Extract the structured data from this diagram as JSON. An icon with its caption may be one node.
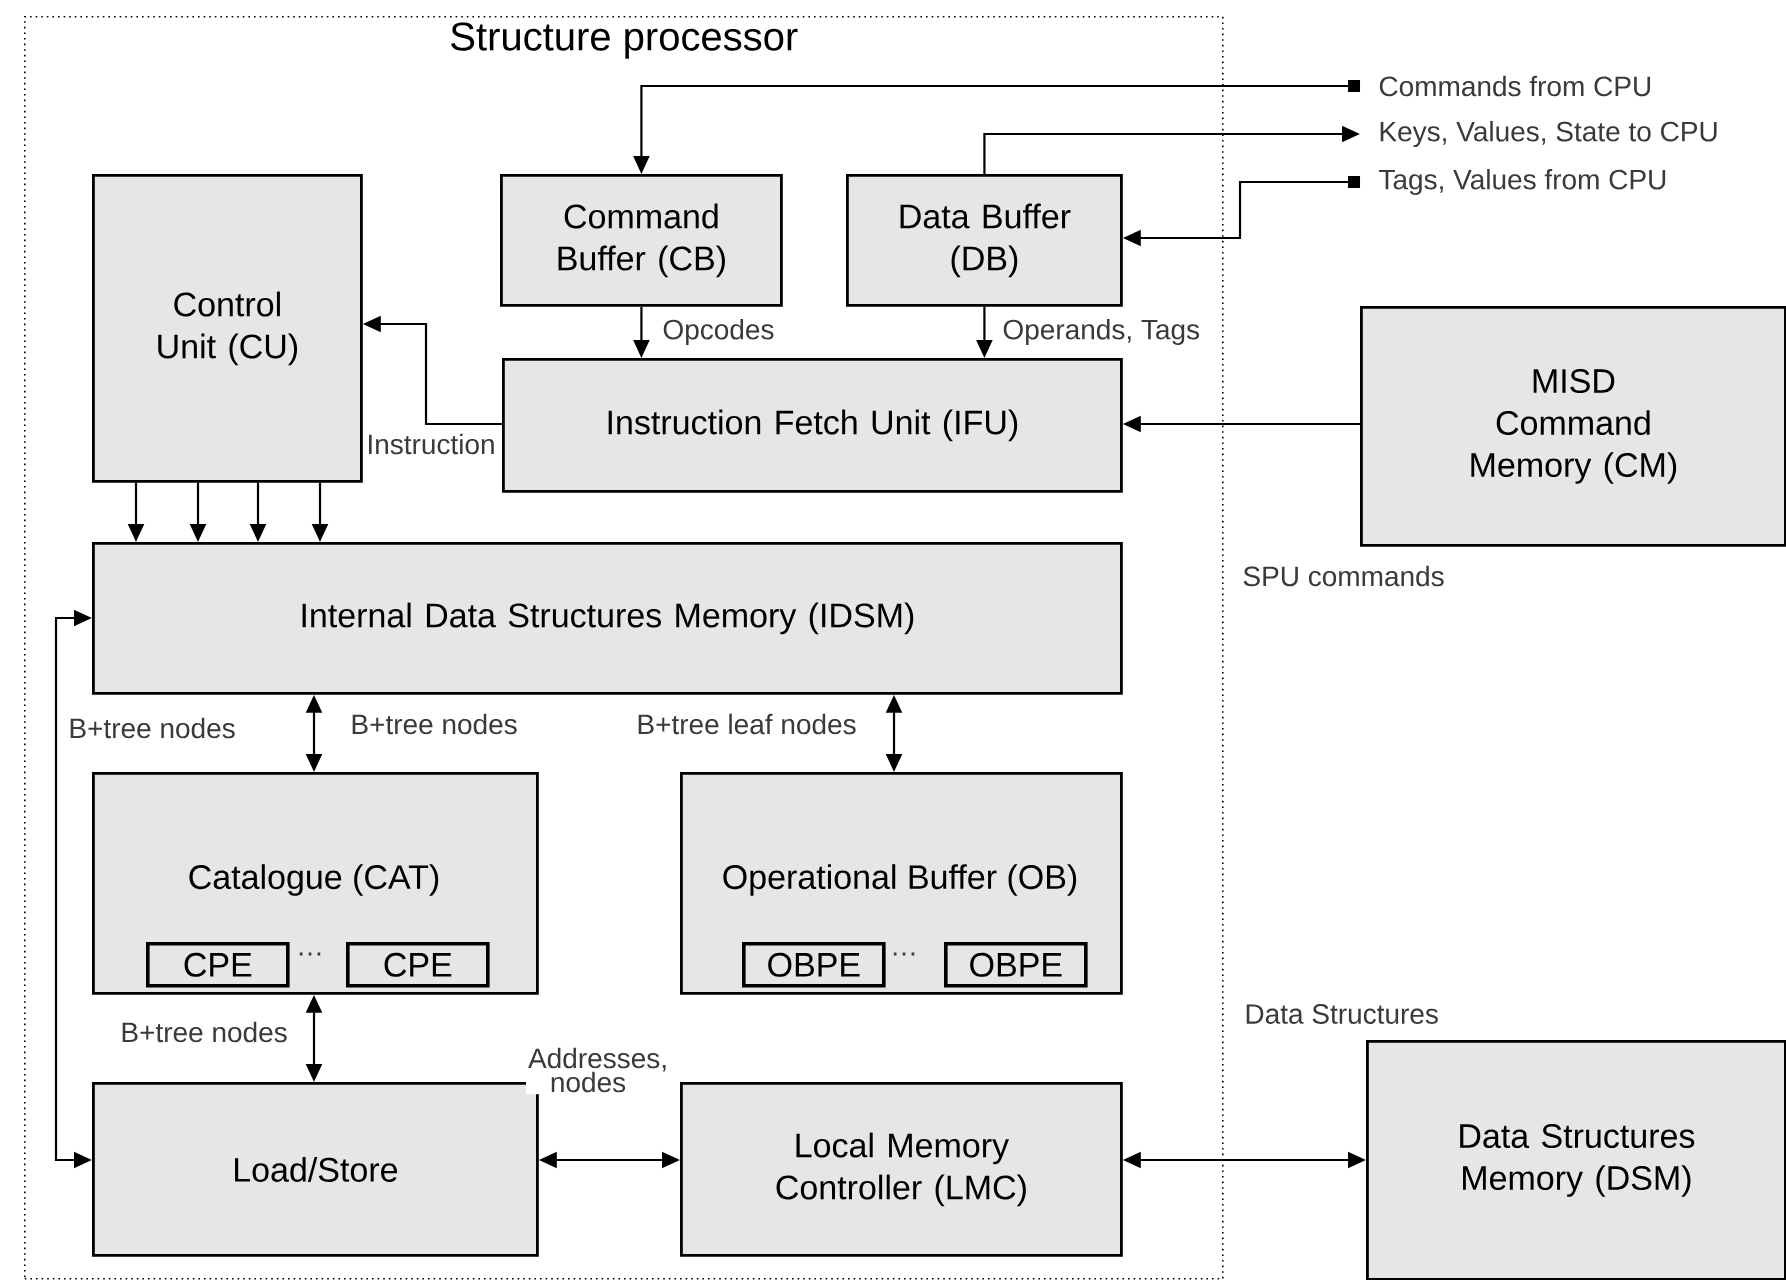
{
  "diagram": {
    "nodes": [
      {
        "text": [
          "Structure processor"
        ]
      },
      {
        "text": [
          "Command Buffer (CB)"
        ],
        "in": 0
      },
      {
        "text": [
          "Data Buffer (DB)"
        ],
        "in": 0
      },
      {
        "text": [
          "Control Unit (CU)"
        ],
        "in": 0
      },
      {
        "text": [
          "Instruction Fetch Unit (IFU)"
        ],
        "in": 0
      },
      {
        "text": [
          "MISD Command Memory (CM)"
        ]
      },
      {
        "text": [
          "Internal Data Structures Memory (IDSM)"
        ],
        "in": 0
      },
      {
        "text": [
          "Catalogue (CAT)"
        ],
        "in": 0
      },
      {
        "text": [
          "CPE"
        ],
        "in": 7
      },
      {
        "text": [
          "CPE"
        ],
        "in": 7
      },
      {
        "text": [
          "Operational Buffer (OB)"
        ],
        "in": 0
      },
      {
        "text": [
          "OBPE"
        ],
        "in": 10
      },
      {
        "text": [
          "OBPE"
        ],
        "in": 10
      },
      {
        "text": [
          "Load/Store"
        ],
        "in": 0
      },
      {
        "text": [
          "Local Memory Controller (LMC)"
        ],
        "in": 0
      },
      {
        "text": [
          "Data Structures Memory (DSM)"
        ]
      },
      {
        "text": [
          "Commands from CPU"
        ]
      },
      {
        "text": [
          "Keys, Values, State to CPU"
        ]
      },
      {
        "text": [
          "Tags, Values from CPU"
        ]
      }
    ],
    "edges": [
      {
        "from": 16,
        "to": 1,
        "arrow": "to"
      },
      {
        "from": 2,
        "to": 17,
        "arrow": "to"
      },
      {
        "from": 18,
        "to": 2,
        "arrow": "to"
      },
      {
        "from": 1,
        "to": 4,
        "arrow": "to",
        "label": "Opcodes"
      },
      {
        "from": 2,
        "to": 4,
        "arrow": "to",
        "label": "Operands, Tags"
      },
      {
        "from": 4,
        "to": 3,
        "arrow": "to",
        "label": "Instruction"
      },
      {
        "from": 5,
        "to": 4,
        "arrow": "to"
      },
      {
        "from": 3,
        "to": 6,
        "arrow": "to"
      },
      {
        "from": 3,
        "to": 6,
        "arrow": "to"
      },
      {
        "from": 3,
        "to": 6,
        "arrow": "to"
      },
      {
        "from": 3,
        "to": 6,
        "arrow": "to"
      },
      {
        "from": 6,
        "to": 7,
        "arrow": "both",
        "label": "B+tree nodes"
      },
      {
        "from": 6,
        "to": 10,
        "arrow": "both",
        "label": "B+tree leaf nodes"
      },
      {
        "from": 7,
        "to": 13,
        "arrow": "both",
        "label": "B+tree nodes"
      },
      {
        "from": 6,
        "to": 13,
        "arrow": "both",
        "label": "B+tree nodes"
      },
      {
        "from": 13,
        "to": 14,
        "arrow": "both",
        "label": "Addresses, nodes"
      },
      {
        "from": 14,
        "to": 15,
        "arrow": "both"
      }
    ],
    "labels": [
      "SPU commands",
      "…",
      "…",
      "Data Structures"
    ]
  }
}
